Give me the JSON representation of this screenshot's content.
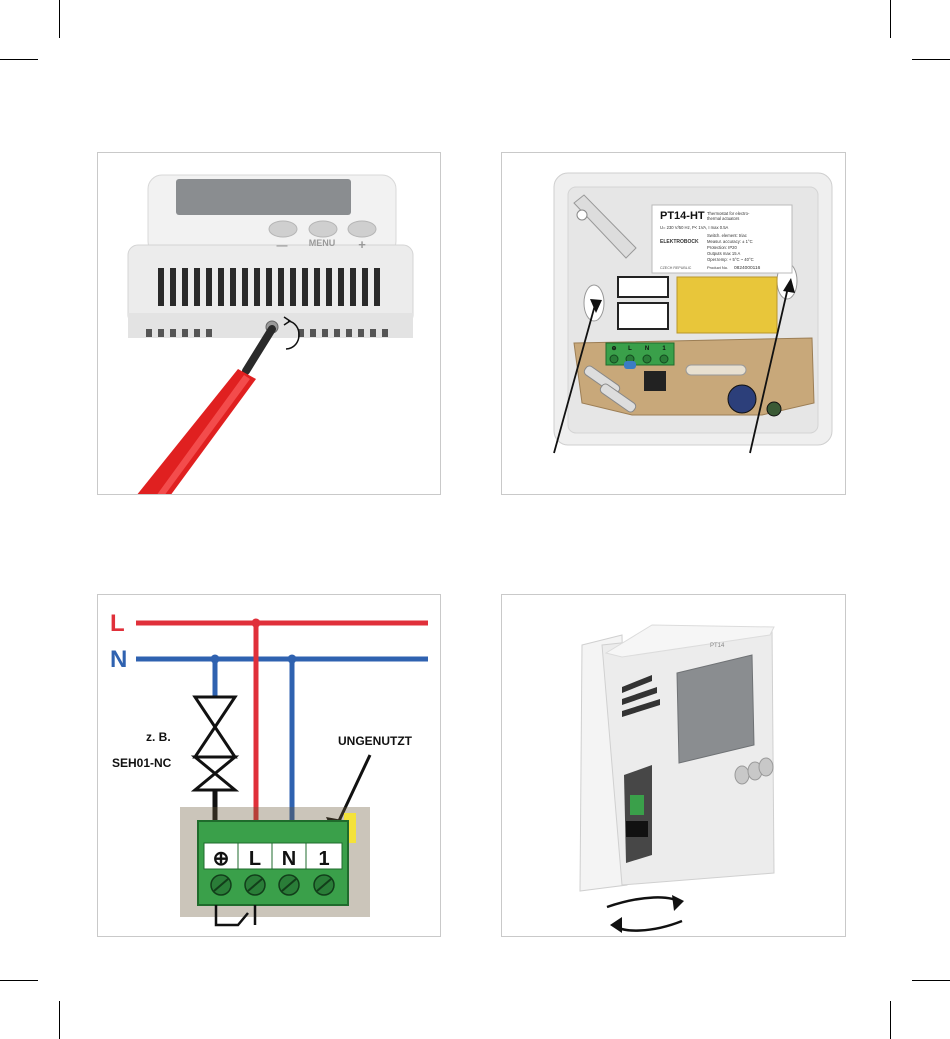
{
  "panel1": {
    "button_labels": {
      "minus": "—",
      "menu": "MENU",
      "plus": "+"
    }
  },
  "panel2": {
    "label_title": "PT14-HT",
    "label_lines": [
      "Thermostat for electro-",
      "thermal actuators",
      "U= 230 V/50 Hz, P< 1VA, I max 0.5A",
      "Switch. element: triac",
      "Measur. accuracy: ± 1°C",
      "Protection: IP20",
      "Outputs max 15 A",
      "Oper.temp: + 5°C ~ 40°C"
    ],
    "brand": "ELEKTROBOCK",
    "origin": "CZECH REPUBLIC",
    "product_no_label": "Product No.",
    "product_no": "0824000116",
    "terminal_labels": [
      "⊕",
      "L",
      "N",
      "1"
    ]
  },
  "panel3": {
    "line_L": "L",
    "line_N": "N",
    "example_line1": "z. B.",
    "example_line2": "SEH01-NC",
    "unused_label": "UNGENUTZT",
    "terminals": [
      "⊕",
      "L",
      "N",
      "1"
    ]
  },
  "panel4": {
    "device_brand": "PT14"
  },
  "colors": {
    "L_line": "#e0303a",
    "N_line": "#2f62b0",
    "terminal_green": "#3aa04a",
    "screwdriver_red": "#e02020",
    "device_white": "#eeeeee",
    "lcd": "#8a8d90",
    "capacitor_yellow": "#e8c63a"
  }
}
